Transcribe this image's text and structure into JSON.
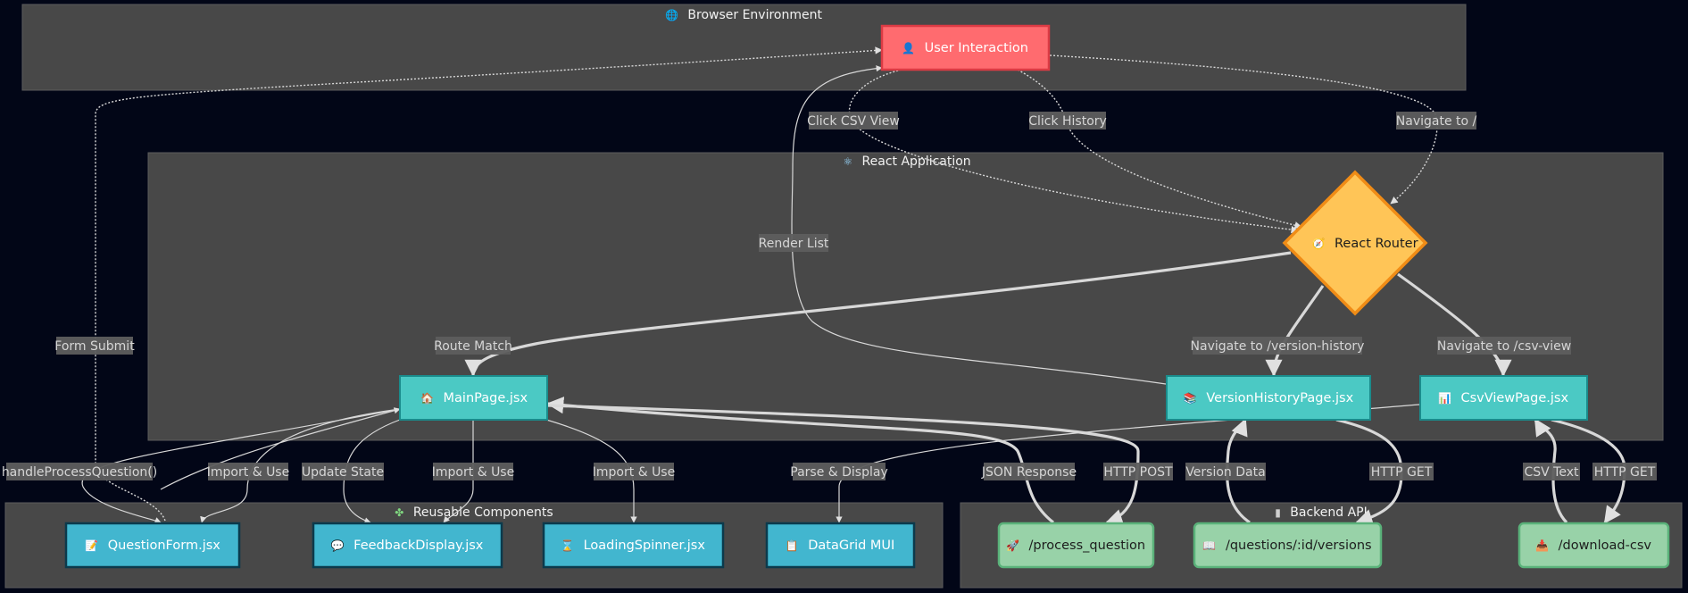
{
  "clusters": {
    "browser": {
      "title": "Browser Environment",
      "icon": "globe-icon"
    },
    "react_app": {
      "title": "React Application",
      "icon": "atom-icon"
    },
    "reusable": {
      "title": "Reusable Components",
      "icon": "puzzle-icon"
    },
    "backend": {
      "title": "Backend API",
      "icon": "server-icon"
    }
  },
  "nodes": {
    "user_interaction": {
      "label": "User Interaction",
      "icon": "user-icon"
    },
    "react_router": {
      "label": "React Router",
      "icon": "compass-icon"
    },
    "main_page": {
      "label": "MainPage.jsx",
      "icon": "house-icon"
    },
    "version_history_page": {
      "label": "VersionHistoryPage.jsx",
      "icon": "books-icon"
    },
    "csv_view_page": {
      "label": "CsvViewPage.jsx",
      "icon": "bar-chart-icon"
    },
    "question_form": {
      "label": "QuestionForm.jsx",
      "icon": "memo-icon"
    },
    "feedback_display": {
      "label": "FeedbackDisplay.jsx",
      "icon": "speech-bubble-icon"
    },
    "loading_spinner": {
      "label": "LoadingSpinner.jsx",
      "icon": "hourglass-icon"
    },
    "data_grid": {
      "label": "DataGrid MUI",
      "icon": "clipboard-icon"
    },
    "process_question": {
      "label": "/process_question",
      "icon": "rocket-icon"
    },
    "versions_endpoint": {
      "label": "/questions/:id/versions",
      "icon": "book-icon"
    },
    "download_csv": {
      "label": "/download-csv",
      "icon": "download-icon"
    }
  },
  "edges": {
    "click_csv_view": "Click CSV View",
    "click_history": "Click History",
    "navigate_root": "Navigate to /",
    "render_list": "Render List",
    "form_submit": "Form Submit",
    "route_match": "Route Match",
    "navigate_version_history": "Navigate to /version-history",
    "navigate_csv_view": "Navigate to /csv-view",
    "handle_process_question": "handleProcessQuestion()",
    "import_use_form": "Import & Use",
    "update_state": "Update State",
    "import_use_feedback": "Import & Use",
    "import_use_spinner": "Import & Use",
    "parse_display": "Parse & Display",
    "json_response": "JSON Response",
    "http_post": "HTTP POST",
    "version_data": "Version Data",
    "http_get_versions": "HTTP GET",
    "csv_text": "CSV Text",
    "http_get_csv": "HTTP GET"
  }
}
